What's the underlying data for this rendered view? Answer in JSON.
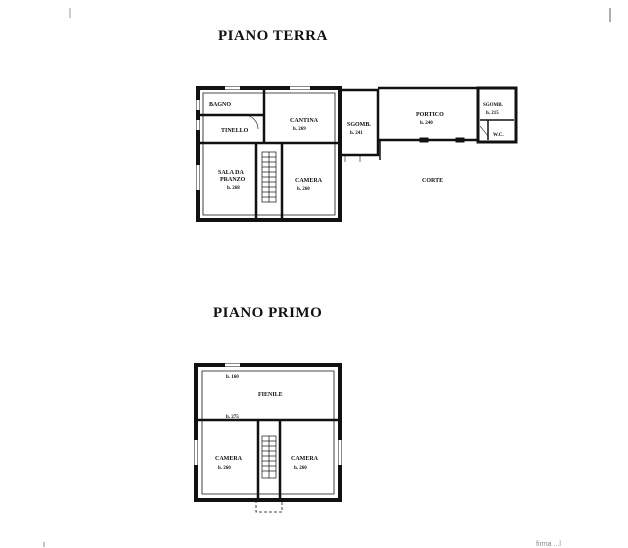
{
  "ground_floor": {
    "title": "PIANO TERRA",
    "rooms": {
      "bagno": "BAGNO",
      "tinello": "TINELLO",
      "cantina": "CANTINA",
      "cantina_h": "h. 269",
      "sgomb": "SGOMB.",
      "sgomb_h": "h. 241",
      "portico": "PORTICO",
      "portico_h": "h. 240",
      "sgomb2": "SGOMB.",
      "sgomb2_h": "h. 215",
      "wc": "W.C.",
      "sala1": "SALA DA",
      "sala2": "PRANZO",
      "sala_h": "h. 268",
      "camera": "CAMERA",
      "camera_h": "h. 260",
      "corte": "CORTE"
    }
  },
  "first_floor": {
    "title": "PIANO PRIMO",
    "rooms": {
      "h_top": "h. 160",
      "fienile": "FIENILE",
      "h_mid": "h. 275",
      "camera_left": "CAMERA",
      "camera_left_h": "h. 260",
      "camera_right": "CAMERA",
      "camera_right_h": "h. 260"
    }
  },
  "scan_marks": {
    "bottom_right": "firma ...l"
  }
}
